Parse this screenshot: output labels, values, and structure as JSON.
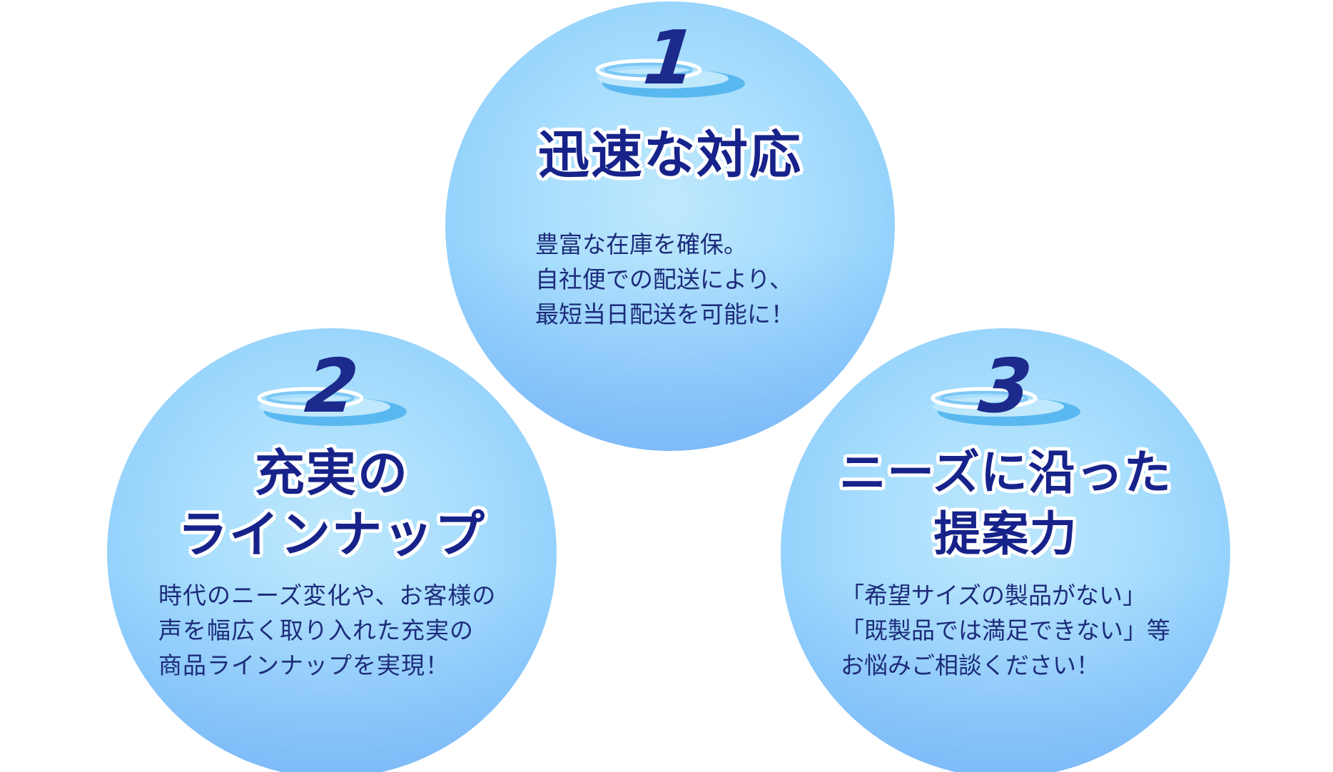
{
  "colors": {
    "circle_light": "#bfe8fd",
    "circle_mid": "#93d1fc",
    "circle_dark": "#86bdf7",
    "title_text": "#17238a",
    "body_text": "#1d2c7a",
    "swoosh": "#5ab8f0"
  },
  "features": [
    {
      "number": "1",
      "title_lines": [
        "迅速な対応"
      ],
      "description_lines": [
        "豊富な在庫を確保。",
        "自社便での配送により、",
        "最短当日配送を可能に！"
      ]
    },
    {
      "number": "2",
      "title_lines": [
        "充実の",
        "ラインナップ"
      ],
      "description_lines": [
        "時代のニーズ変化や、お客様の",
        "声を幅広く取り入れた充実の",
        "商品ラインナップを実現！"
      ]
    },
    {
      "number": "3",
      "title_lines": [
        "ニーズに沿った",
        "提案力"
      ],
      "description_lines": [
        "「希望サイズの製品がない」",
        "「既製品では満足できない」等",
        "お悩みご相談ください！"
      ]
    }
  ]
}
